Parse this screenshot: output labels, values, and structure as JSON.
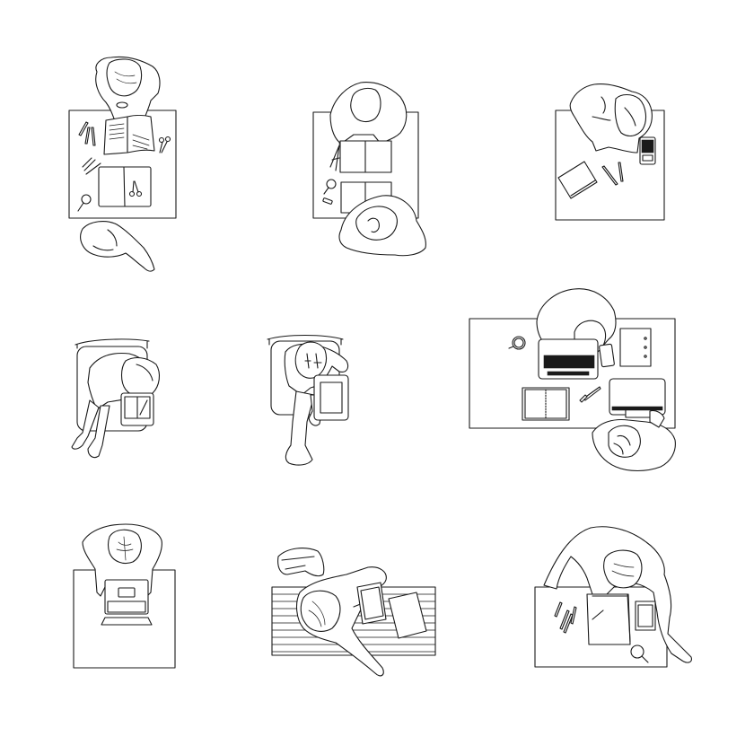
{
  "illustration": {
    "style": "black line art on white, top-down view",
    "background": "#ffffff",
    "stroke_color": "#1a1a1a",
    "layout": "3x3 grid of scenes",
    "scenes": [
      {
        "id": 1,
        "label": "Two people at a square table with open newspaper, open notebook, pens, scissors and magnifying glass"
      },
      {
        "id": 2,
        "label": "Two people facing each other across a table with open notebooks, compass, magnifier and eraser"
      },
      {
        "id": 3,
        "label": "Person leaning over a table using a calculator, with a closed book and two pens"
      },
      {
        "id": 4,
        "label": "Person seated on a chair holding a tablet, legs crossed"
      },
      {
        "id": 5,
        "label": "Person seated on a chair holding a tablet, one leg raised"
      },
      {
        "id": 6,
        "label": "Two people at a wide desk with two laptops, phone, binder, planner, mug and pens"
      },
      {
        "id": 7,
        "label": "Person typing on a laptop at a square table"
      },
      {
        "id": 8,
        "label": "Person sitting on a slatted bench with a tablet, a paper sheet and a bag"
      },
      {
        "id": 9,
        "label": "Person writing in a notebook at a table with pens, phone and magnifying glass"
      }
    ]
  }
}
